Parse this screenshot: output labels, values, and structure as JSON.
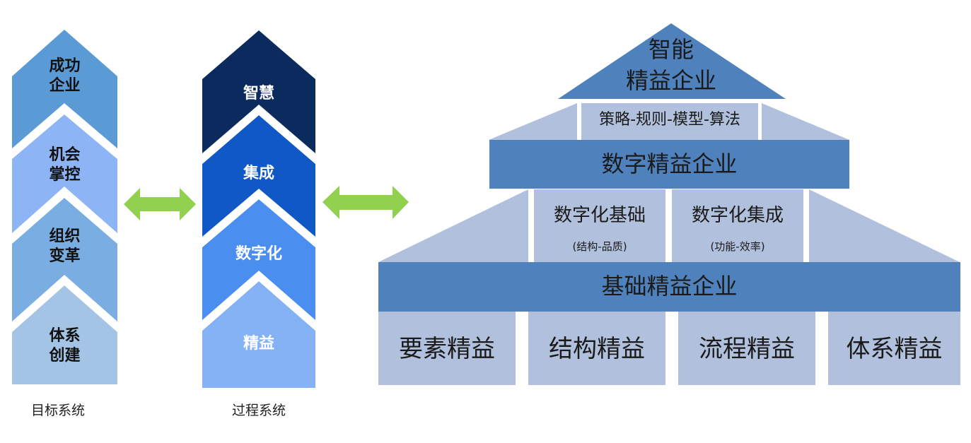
{
  "colors": {
    "goal_1": "#5b9bd5",
    "goal_2": "#8db4f5",
    "goal_3": "#7aaee3",
    "goal_4": "#a3c4e4",
    "proc_1": "#0b2a5e",
    "proc_2": "#1158c7",
    "proc_3": "#4a8ef0",
    "proc_4": "#84b2f4",
    "arrow": "#92d050",
    "band": "#4f81bd",
    "panel": "#b1c1dd"
  },
  "goal_system": {
    "caption": "目标系统",
    "items": [
      {
        "line1": "成功",
        "line2": "企业"
      },
      {
        "line1": "机会",
        "line2": "掌控"
      },
      {
        "line1": "组织",
        "line2": "变革"
      },
      {
        "line1": "体系",
        "line2": "创建"
      }
    ]
  },
  "process_system": {
    "caption": "过程系统",
    "items": [
      {
        "label": "智慧"
      },
      {
        "label": "集成"
      },
      {
        "label": "数字化"
      },
      {
        "label": "精益"
      }
    ]
  },
  "connectors": [
    {
      "icon": "double-arrow-icon"
    },
    {
      "icon": "double-arrow-icon"
    }
  ],
  "house": {
    "roof": {
      "line1": "智能",
      "line2": "精益企业"
    },
    "upper_pillar": "策略-规则-模型-算法",
    "digital_band": "数字精益企业",
    "middle_pillars": [
      {
        "title": "数字化基础",
        "subtitle": "(结构-品质)"
      },
      {
        "title": "数字化集成",
        "subtitle": "(功能-效率)"
      }
    ],
    "base_band": "基础精益企业",
    "foundation": [
      "要素精益",
      "结构精益",
      "流程精益",
      "体系精益"
    ]
  }
}
